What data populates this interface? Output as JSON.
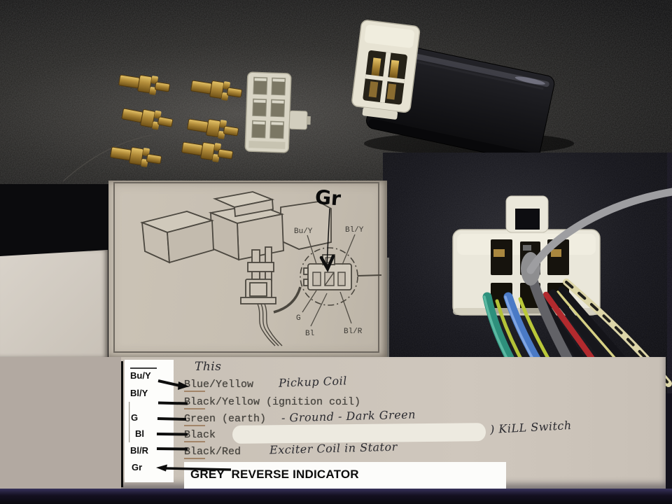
{
  "diagram": {
    "gr_annotation": "Gr",
    "pin_labels": {
      "top_left": "Bu/Y",
      "top_right": "Bl/Y",
      "bottom_left": "G",
      "bottom_center": "Bl",
      "bottom_right": "Bl/R"
    }
  },
  "legend": {
    "heading": "This",
    "rows": [
      {
        "key": "Bu/Y",
        "typed": "Blue/Yellow",
        "handwritten": "Pickup Coil"
      },
      {
        "key": "Bl/Y",
        "typed": "Black/Yellow (ignition coil)",
        "handwritten": ""
      },
      {
        "key": "G",
        "typed": "Green (earth)",
        "handwritten": "- Ground - Dark Green"
      },
      {
        "key": "Bl",
        "typed": "Black",
        "handwritten": ") KiLL Switch"
      },
      {
        "key": "Bl/R",
        "typed": "Black/Red",
        "handwritten": "Exciter Coil in Stator"
      },
      {
        "key": "Gr",
        "typed": "GREY  REVERSE INDICATOR",
        "handwritten": ""
      }
    ]
  },
  "colors": {
    "paper": "#c9c1b5",
    "annotation_grey": "#9e9ea1",
    "wire_green": "#2e907c",
    "wire_blue": "#4a7ac6",
    "wire_yellow_green": "#bac839",
    "wire_black": "#15151a",
    "wire_red": "#b22a2e",
    "wire_cream": "#dcd5a8",
    "terminal_gold": "#b08a38"
  }
}
